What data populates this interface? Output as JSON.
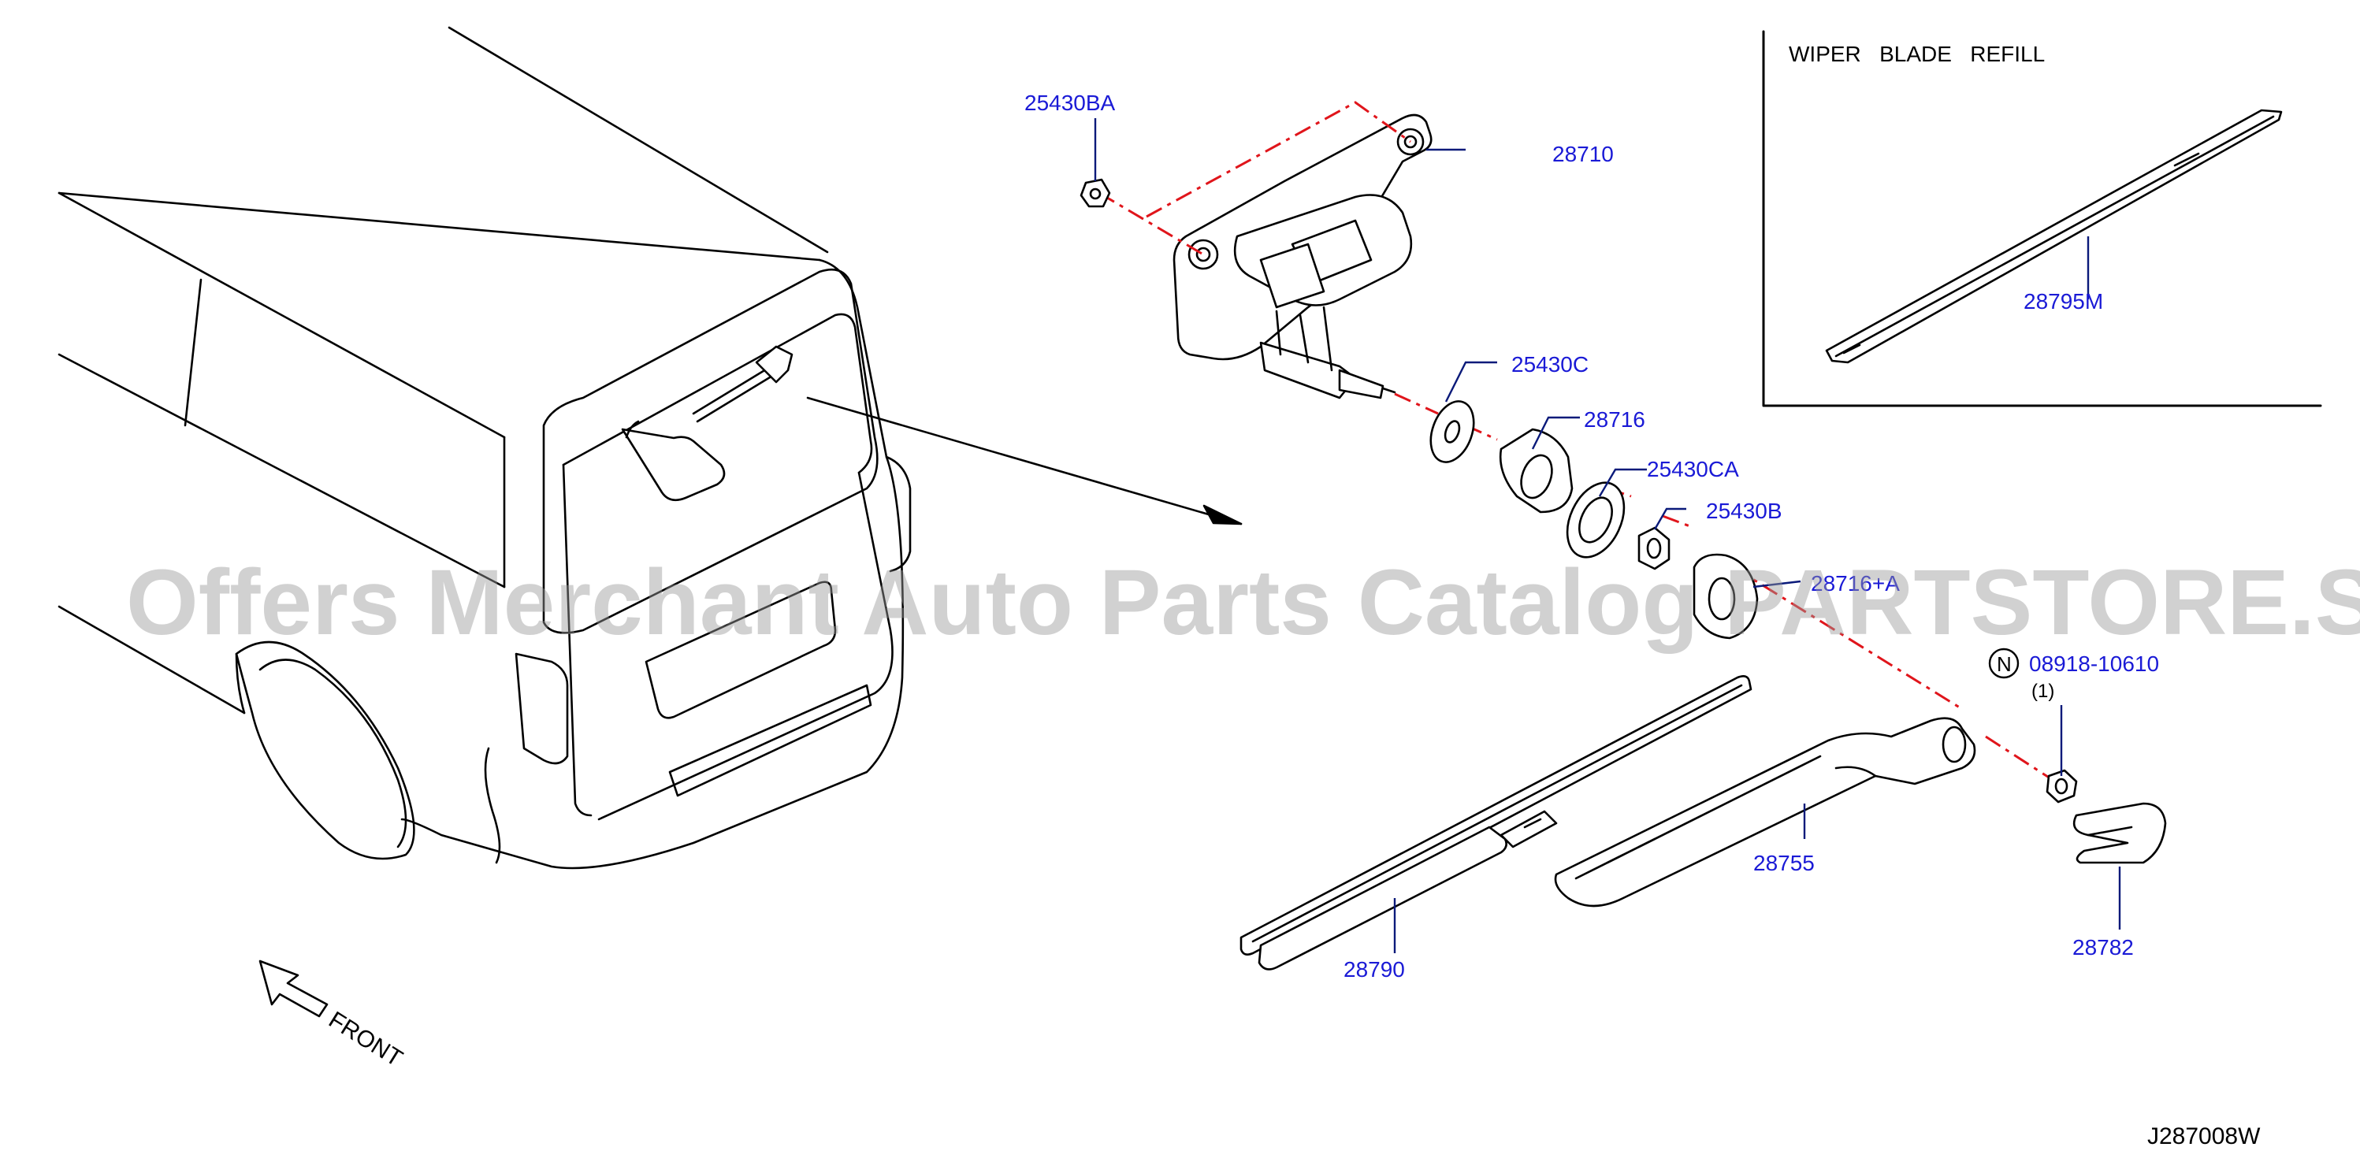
{
  "diagram_code": "J287008W",
  "front_label": "FRONT",
  "inset": {
    "title": "WIPER   BLADE   REFILL",
    "part": "28795M"
  },
  "watermark": "Offers Merchant Auto Parts Catalog PARTSTORE.SA",
  "parts": {
    "p25430BA": "25430BA",
    "p28710": "28710",
    "p25430C": "25430C",
    "p28716": "28716",
    "p25430CA": "25430CA",
    "p25430B": "25430B",
    "p28716A": "28716+A",
    "p08918": "08918-10610",
    "p08918_qty": "(1)",
    "p08918_marker": "N",
    "p28755": "28755",
    "p28790": "28790",
    "p28782": "28782"
  },
  "colors": {
    "label": "#1a1ad6",
    "dash": "#e0151b",
    "leader": "#0a1a7a"
  }
}
